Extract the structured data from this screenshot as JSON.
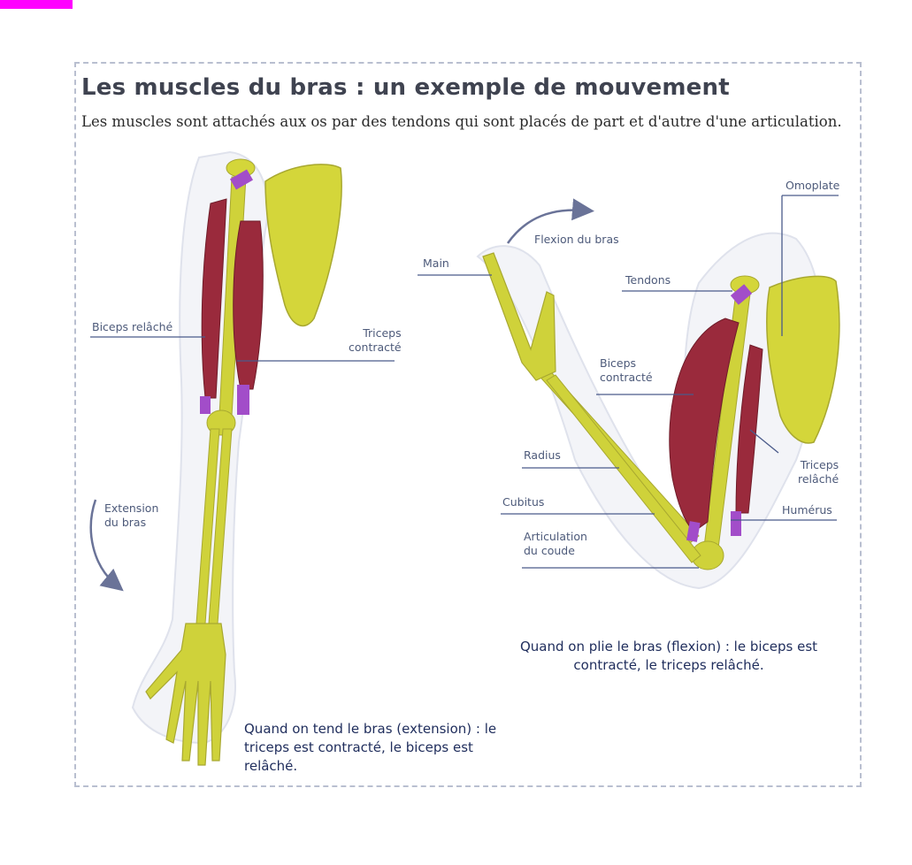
{
  "title": "Les muscles du bras : un exemple de mouvement",
  "intro": "Les muscles sont attachés aux os par des tendons qui sont placés de part et d'autre d'une articulation.",
  "labels": {
    "biceps_relache": "Biceps relâché",
    "triceps_contracte": "Triceps\ncontracté",
    "extension_du_bras": "Extension\ndu bras",
    "flexion_du_bras": "Flexion du bras",
    "main": "Main",
    "omoplate": "Omoplate",
    "tendons": "Tendons",
    "biceps_contracte": "Biceps\ncontracté",
    "radius": "Radius",
    "triceps_relache": "Triceps\nrelâché",
    "cubitus": "Cubitus",
    "humerus": "Humérus",
    "articulation_du_coude": "Articulation\ndu coude"
  },
  "captions": {
    "extension": "Quand on tend le bras (extension) : le triceps est contracté, le biceps est relâché.",
    "flexion": "Quand on plie le bras (flexion) : le biceps est contracté, le triceps relâché."
  },
  "colors": {
    "bone": "#cfd23a",
    "muscle": "#9a2a3c",
    "tendon": "#a24dc9",
    "leader_line": "#4a5a8a",
    "text": "#2b2b2b"
  }
}
